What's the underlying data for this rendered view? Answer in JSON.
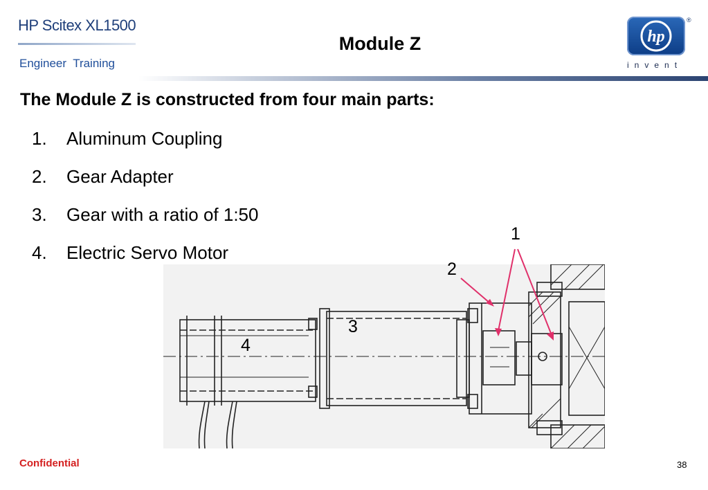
{
  "header": {
    "brand": "HP Scitex XL1500",
    "subbrand": "Engineer  Training",
    "title": "Module Z",
    "logo_text": "hp",
    "logo_tagline": "invent",
    "logo_registered": "®"
  },
  "content": {
    "heading": "The Module Z is constructed from four main parts:",
    "items": [
      {
        "number": "1.",
        "label": "Aluminum Coupling"
      },
      {
        "number": "2.",
        "label": "Gear Adapter"
      },
      {
        "number": "3.",
        "label": "Gear with a ratio of 1:50"
      },
      {
        "number": "4.",
        "label": "Electric Servo Motor"
      }
    ]
  },
  "diagram": {
    "callouts": [
      "1",
      "2",
      "3",
      "4"
    ]
  },
  "footer": {
    "confidential": "Confidential",
    "page_number": "38"
  },
  "colors": {
    "callout_line": "#e0306a",
    "confidential": "#d42020",
    "brand": "#1f3f7a"
  }
}
